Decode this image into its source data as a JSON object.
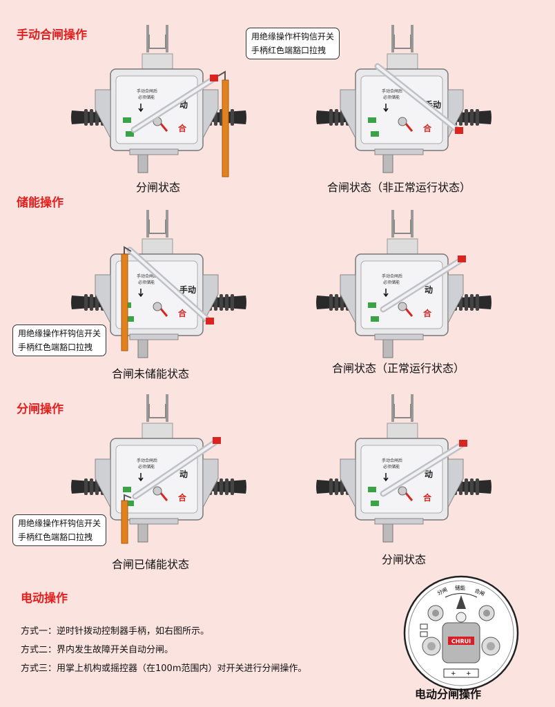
{
  "colors": {
    "section_title": "#e0201f",
    "background": "#fbe3e0",
    "rod": "#e2821e",
    "lever_red": "#d8251f",
    "lever_green": "#3aa346"
  },
  "sections": {
    "manual_close": "手动合闸操作",
    "energy_storage": "储能操作",
    "manual_open": "分闸操作",
    "electric": "电动操作"
  },
  "callout": {
    "line1": "用绝缘操作杆钩信开关",
    "line2": "手柄红色端豁口拉拽"
  },
  "panels": [
    {
      "caption": "分闸状态",
      "panel_text": [
        "手动合闸后",
        "必须储能"
      ],
      "knob_text": "合",
      "side_text": "动"
    },
    {
      "caption": "合闸状态（非正常运行状态）",
      "panel_text": [
        "手动合闸后",
        "必须储能"
      ],
      "knob_text": "合",
      "side_text": "手动"
    },
    {
      "caption": "合闸未储能状态",
      "panel_text": [
        "手动合闸后",
        "必须储能"
      ],
      "knob_text": "合",
      "side_text": "手动"
    },
    {
      "caption": "合闸状态（正常运行状态）",
      "panel_text": [
        "手动合闸后",
        "必须储能"
      ],
      "knob_text": "合",
      "side_text": "动"
    },
    {
      "caption": "合闸已储能状态",
      "panel_text": [
        "手动合闸后",
        "必须储能"
      ],
      "knob_text": "合",
      "side_text": "动"
    },
    {
      "caption": "分闸状态",
      "panel_text": [
        "手动合闸后",
        "必须储能"
      ],
      "knob_text": "合",
      "side_text": "动"
    }
  ],
  "electric": {
    "methods": [
      "方式一：逆时针拨动控制器手柄，如右图所示。",
      "方式二：界内发生故障开关自动分闸。",
      "方式三：用掌上机构或摇控器（在100m范围内）对开关进行分闸操作。"
    ],
    "figure_caption": "电动分闸操作",
    "controller_labels": {
      "left": "分闸",
      "center": "储能",
      "right": "合闸",
      "brand": "CHRUI"
    }
  }
}
